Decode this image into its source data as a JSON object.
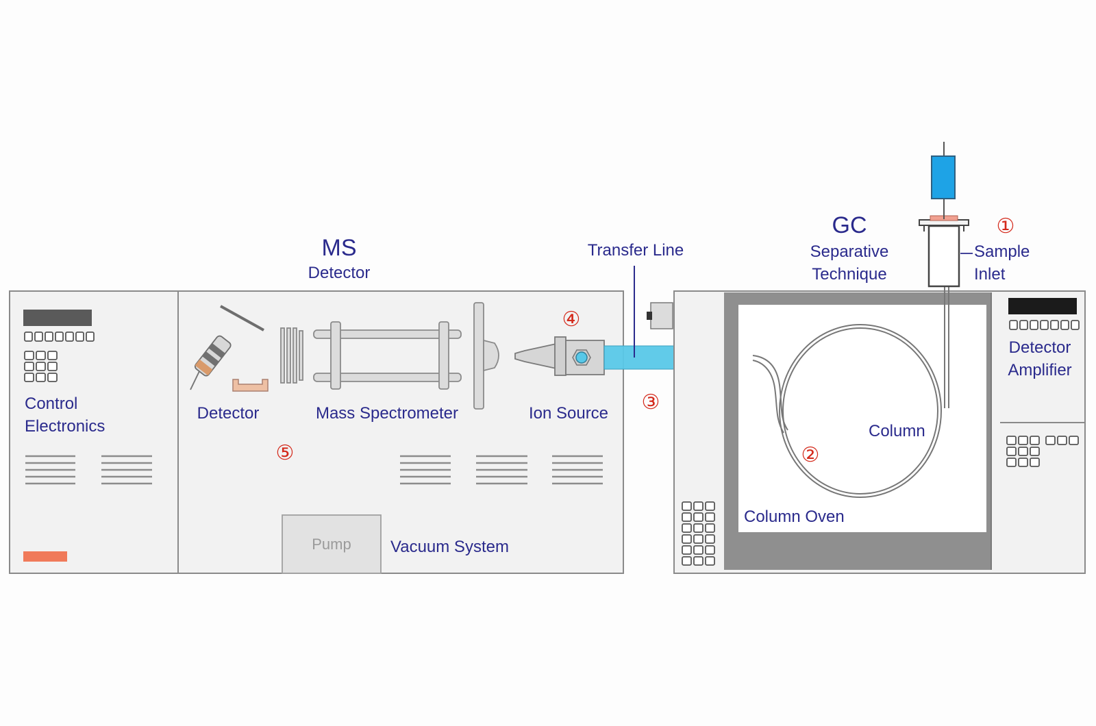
{
  "colors": {
    "label_blue": "#2a2a8c",
    "marker_red": "#d42a1c",
    "transfer_cyan": "#58c8e8",
    "syringe_blue": "#1ea3e6",
    "indicator_orange": "#f07a5a"
  },
  "headings": {
    "ms_title": "MS",
    "ms_subtitle": "Detector",
    "gc_title": "GC",
    "gc_subtitle_line1": "Separative",
    "gc_subtitle_line2": "Technique"
  },
  "control_panel": {
    "label_line1": "Control",
    "label_line2": "Electronics"
  },
  "ms_unit": {
    "detector": "Detector",
    "mass_spectrometer": "Mass Spectrometer",
    "ion_source": "Ion Source",
    "pump": "Pump",
    "vacuum_system": "Vacuum System"
  },
  "transfer": {
    "label": "Transfer Line"
  },
  "gc_unit": {
    "sample_inlet_line1": "Sample",
    "sample_inlet_line2": "Inlet",
    "column": "Column",
    "column_oven": "Column Oven",
    "detector_amplifier_line1": "Detector",
    "detector_amplifier_line2": "Amplifier"
  },
  "markers": [
    "①",
    "②",
    "③",
    "④",
    "⑤"
  ]
}
